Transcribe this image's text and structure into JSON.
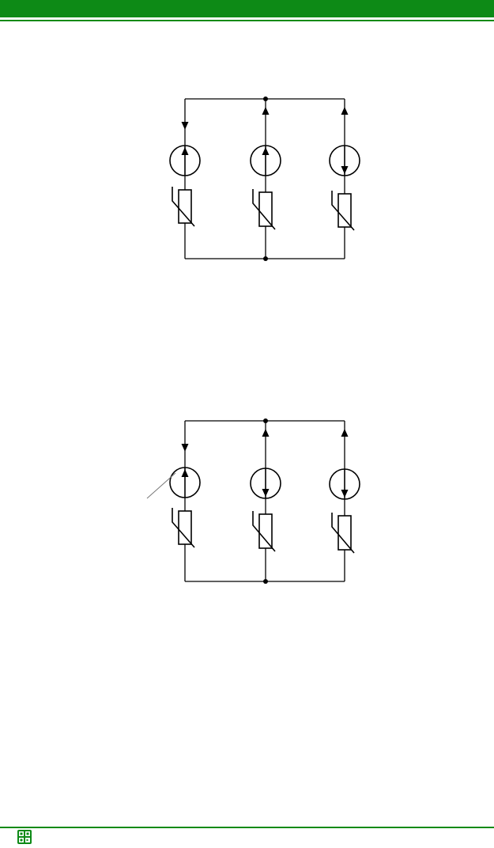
{
  "header": {
    "color": "#0d8a16"
  },
  "footer": {
    "logo": "app-logo-icon",
    "color": "#0d8a16"
  },
  "diagrams": [
    {
      "id": "circuit-1",
      "branches": [
        {
          "source_direction": "up",
          "wire_arrow": "down"
        },
        {
          "source_direction": "up",
          "wire_arrow": "up"
        },
        {
          "source_direction": "down",
          "wire_arrow": "up"
        }
      ],
      "leader_line": false
    },
    {
      "id": "circuit-2",
      "branches": [
        {
          "source_direction": "up",
          "wire_arrow": "down"
        },
        {
          "source_direction": "down",
          "wire_arrow": "up"
        },
        {
          "source_direction": "down",
          "wire_arrow": "up"
        }
      ],
      "leader_line": true
    }
  ]
}
